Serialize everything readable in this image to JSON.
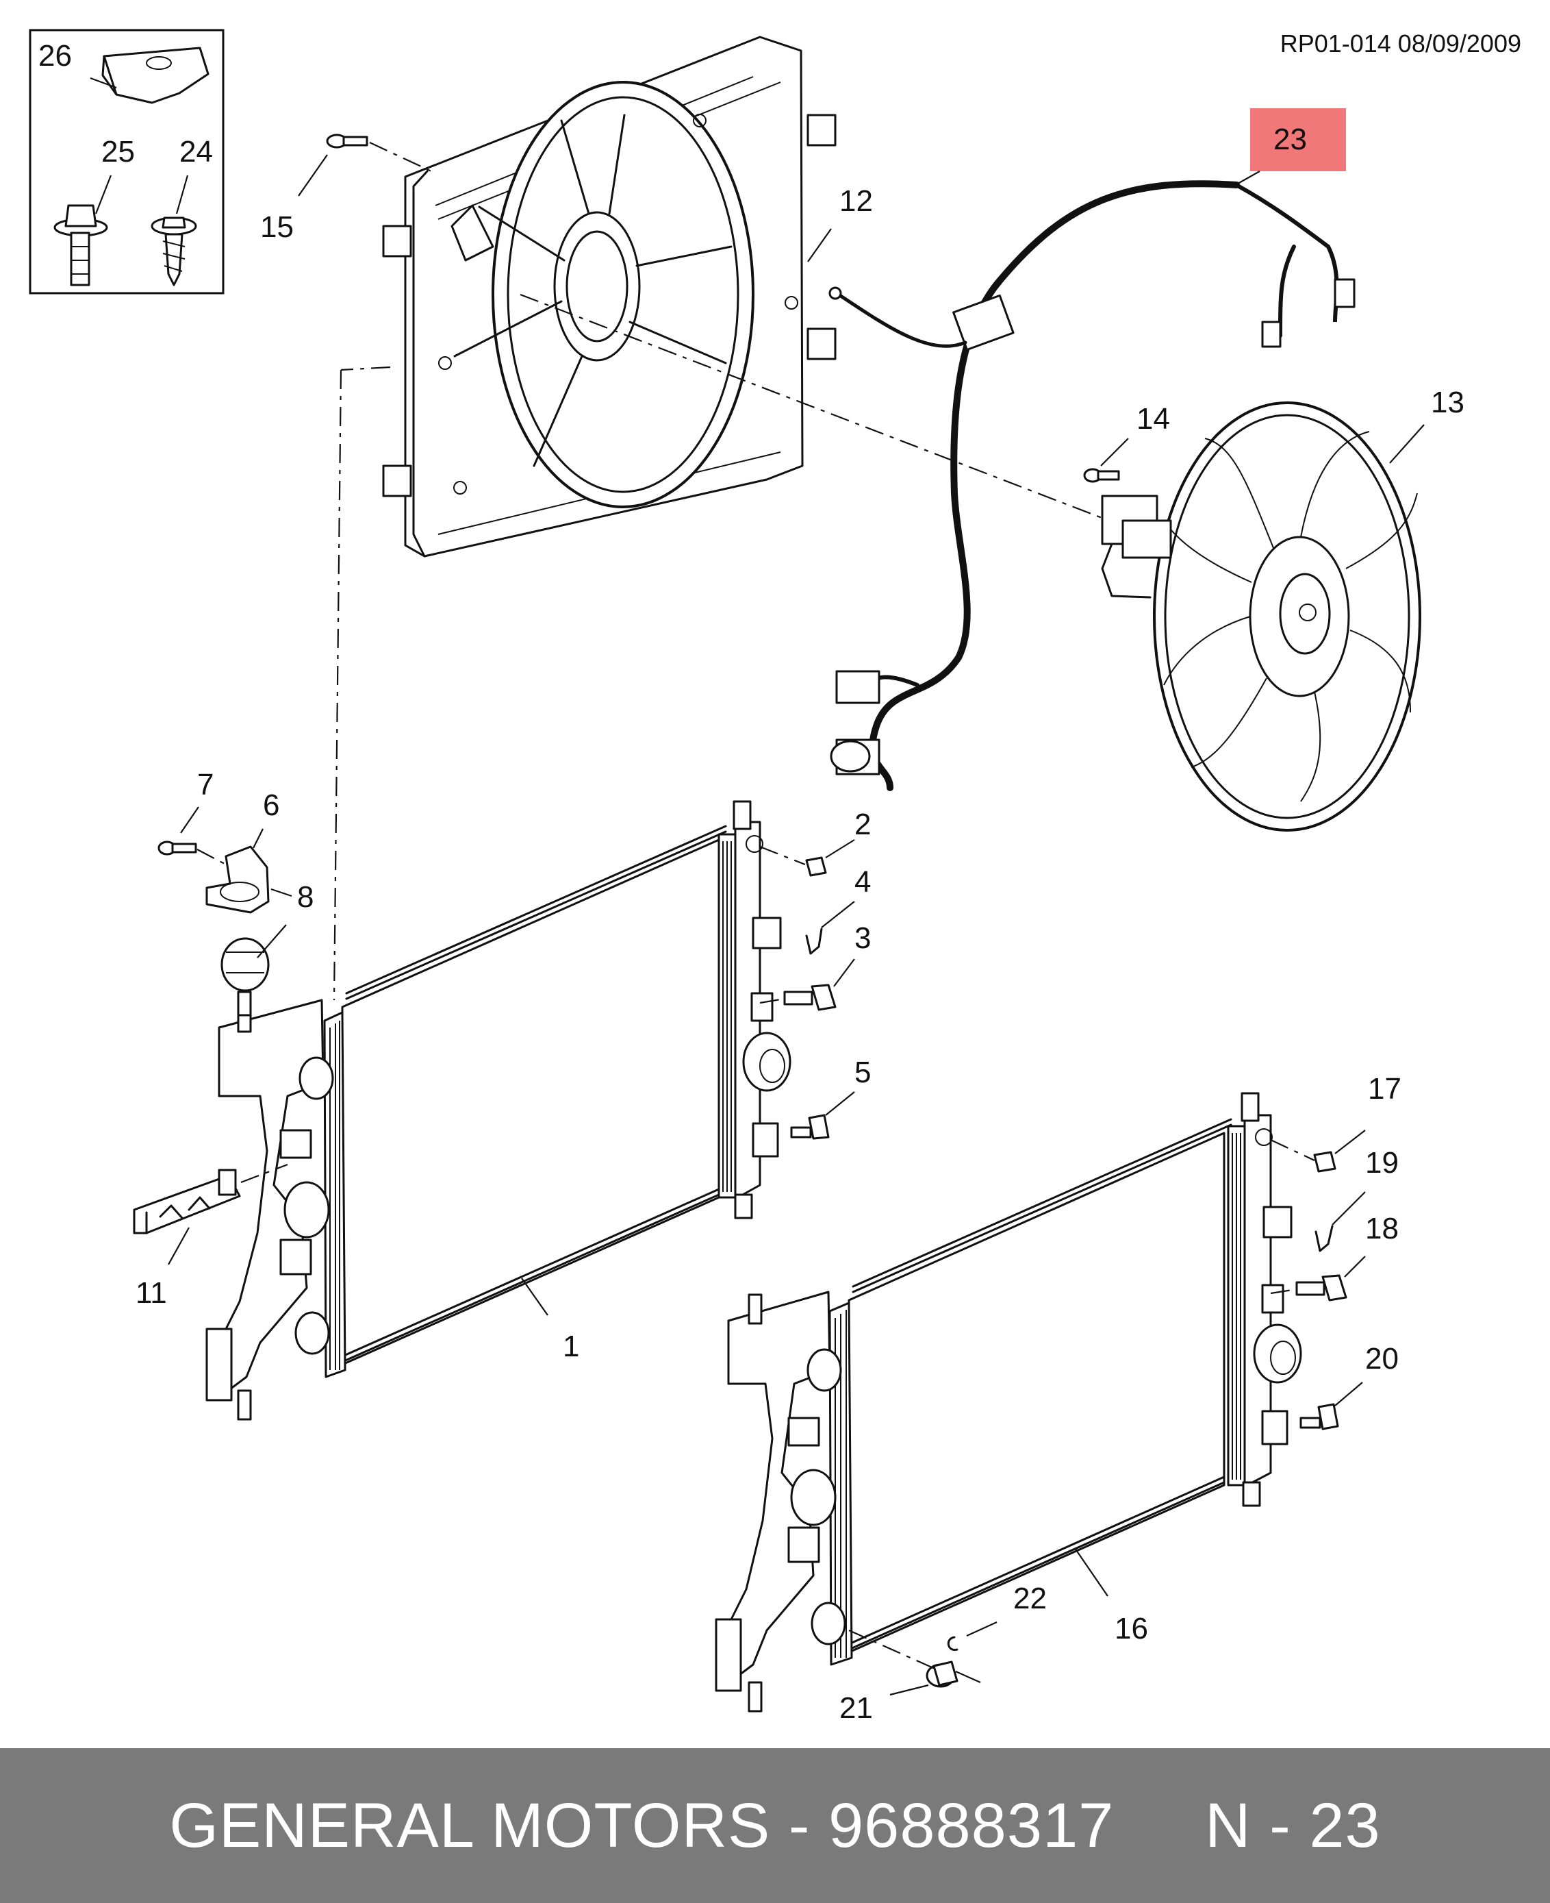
{
  "drawing_code": "RP01-014 08/09/2009",
  "highlight_color": "#f07878",
  "footer": {
    "brand": "GENERAL MOTORS",
    "part_number": "96888317",
    "callout_ref": "N - 23",
    "background": "#7a7a7a"
  },
  "callouts": {
    "c1": "1",
    "c2": "2",
    "c3": "3",
    "c4": "4",
    "c5": "5",
    "c6": "6",
    "c7": "7",
    "c8": "8",
    "c11": "11",
    "c12": "12",
    "c13": "13",
    "c14": "14",
    "c15": "15",
    "c16": "16",
    "c17": "17",
    "c18": "18",
    "c19": "19",
    "c20": "20",
    "c21": "21",
    "c22": "22",
    "c23": "23",
    "c24": "24",
    "c25": "25",
    "c26": "26"
  }
}
